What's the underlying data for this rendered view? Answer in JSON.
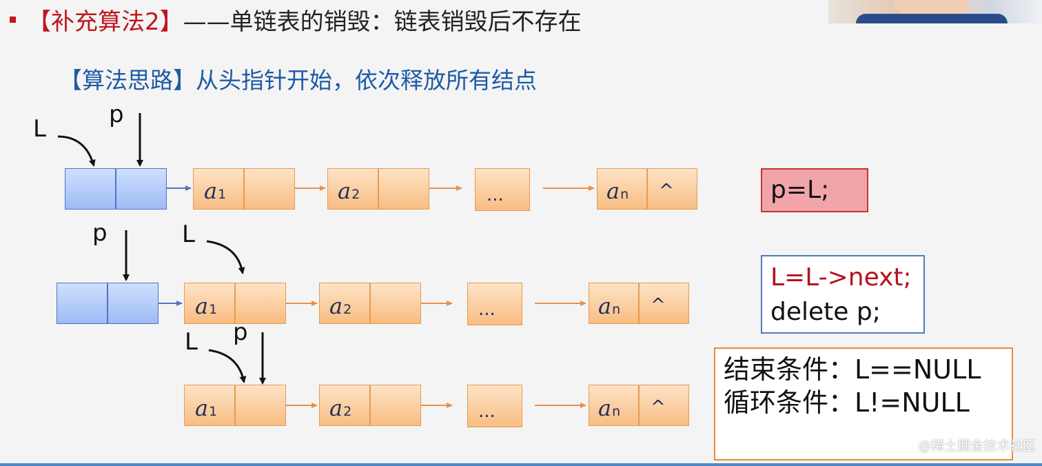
{
  "header": {
    "title_bracketed": "【补充算法2】",
    "title_rest": "——单链表的销毁：链表销毁后不存在"
  },
  "subtitle": "【算法思路】从头指针开始，依次释放所有结点",
  "diagram": {
    "pointer_L": "L",
    "pointer_p": "p",
    "node_letter": "a",
    "sub_1": "1",
    "sub_2": "2",
    "sub_n": "n",
    "ellipsis": "...",
    "null_symbol": "^"
  },
  "code": {
    "step1": "p=L;",
    "step2_line1": "L=L->next;",
    "step2_line2": "delete p;",
    "end_condition": "结束条件：L==NULL",
    "loop_condition": "循环条件：L!=NULL"
  },
  "watermark": "@稀土掘金技术社区",
  "colors": {
    "title_red": "#c0161d",
    "subtitle_blue": "#1d5aa6",
    "head_node_blue": "#9dbbf3",
    "node_orange": "#f8bd82",
    "arrow_orange": "#e8904a",
    "arrow_blue": "#4f74c2"
  },
  "icons": {
    "bullet": "square-bullet-icon"
  }
}
